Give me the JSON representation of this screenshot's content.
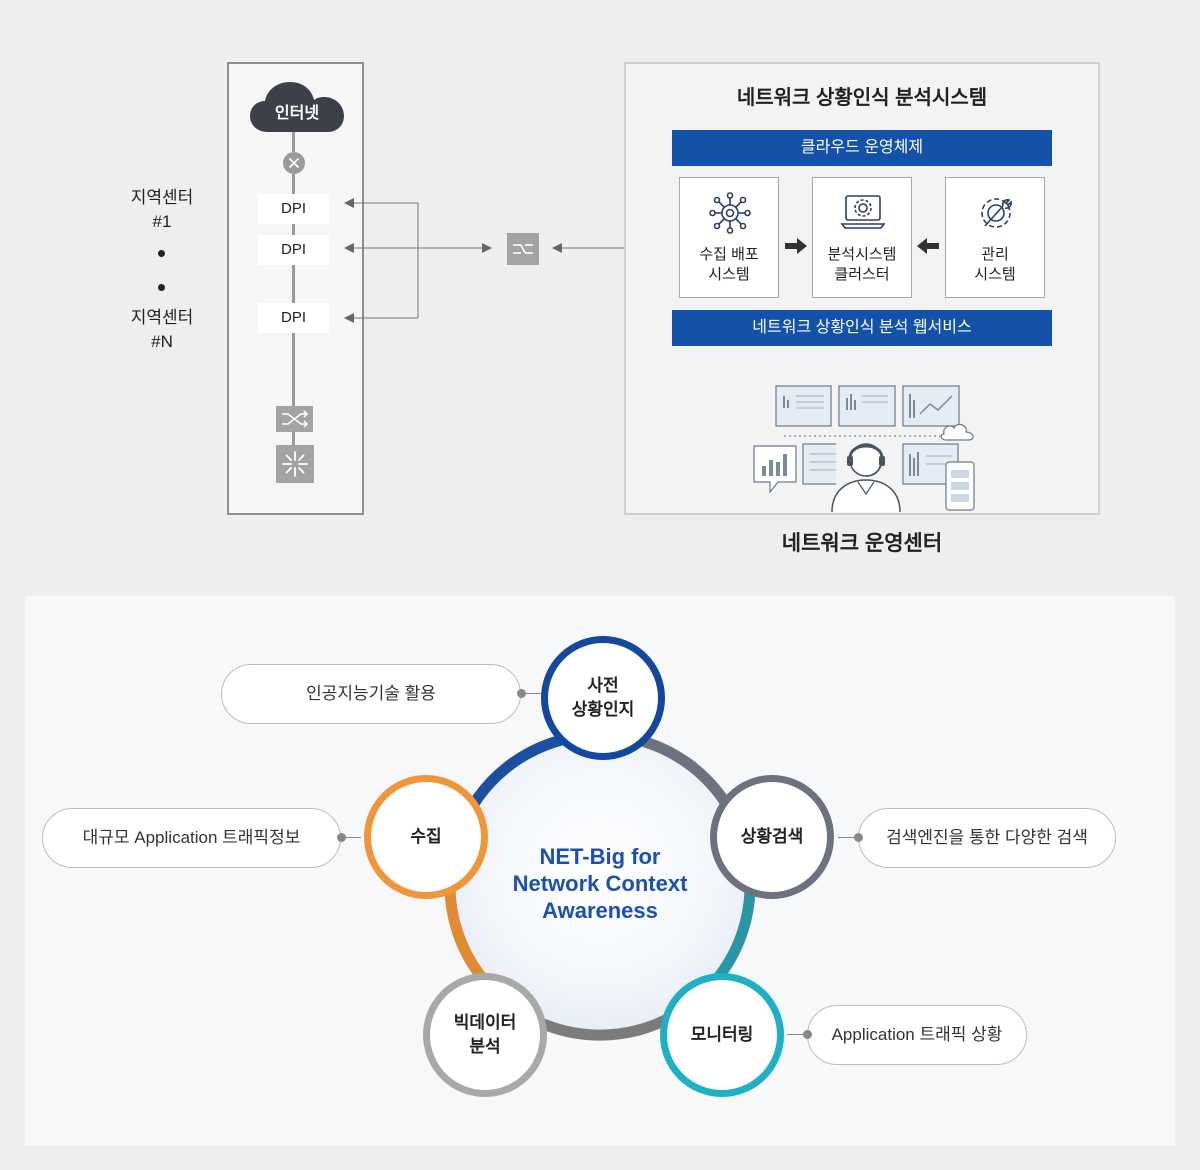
{
  "top": {
    "region_first": "지역센터\n#1",
    "region_last": "지역센터\n#N",
    "internet_label": "인터넷",
    "dpi_labels": [
      "DPI",
      "DPI",
      "DPI"
    ],
    "system_title": "네트워크 상황인식 분석시스템",
    "cloud_os_bar": "클라우드 운영체제",
    "modules": [
      {
        "label": "수집 배포\n시스템",
        "icon": "network-hub-icon"
      },
      {
        "label": "분석시스템\n클러스터",
        "icon": "laptop-gear-icon"
      },
      {
        "label": "관리\n시스템",
        "icon": "wrench-gear-icon"
      }
    ],
    "web_service_bar": "네트워크  상황인식 분석 웹서비스",
    "noc_label": "네트워크 운영센터"
  },
  "bottom": {
    "center_title": "NET-Big for\nNetwork Context\nAwareness",
    "nodes": {
      "predictive": "사전\n상황인지",
      "search": "상황검색",
      "monitoring": "모니터링",
      "bigdata": "빅데이터\n분석",
      "collection": "수집"
    },
    "notes": {
      "predictive": "인공지능기술 활용",
      "search": "검색엔진을 통한 다양한 검색",
      "monitoring": "Application 트래픽 상황",
      "collection": "대규모 Application 트래픽정보"
    },
    "colors": {
      "predictive": "#14479e",
      "search": "#6e7280",
      "monitoring": "#1fb0c4",
      "bigdata": "#a8a8a8",
      "collection": "#f0963a",
      "center_text": "#1d4fad"
    }
  }
}
